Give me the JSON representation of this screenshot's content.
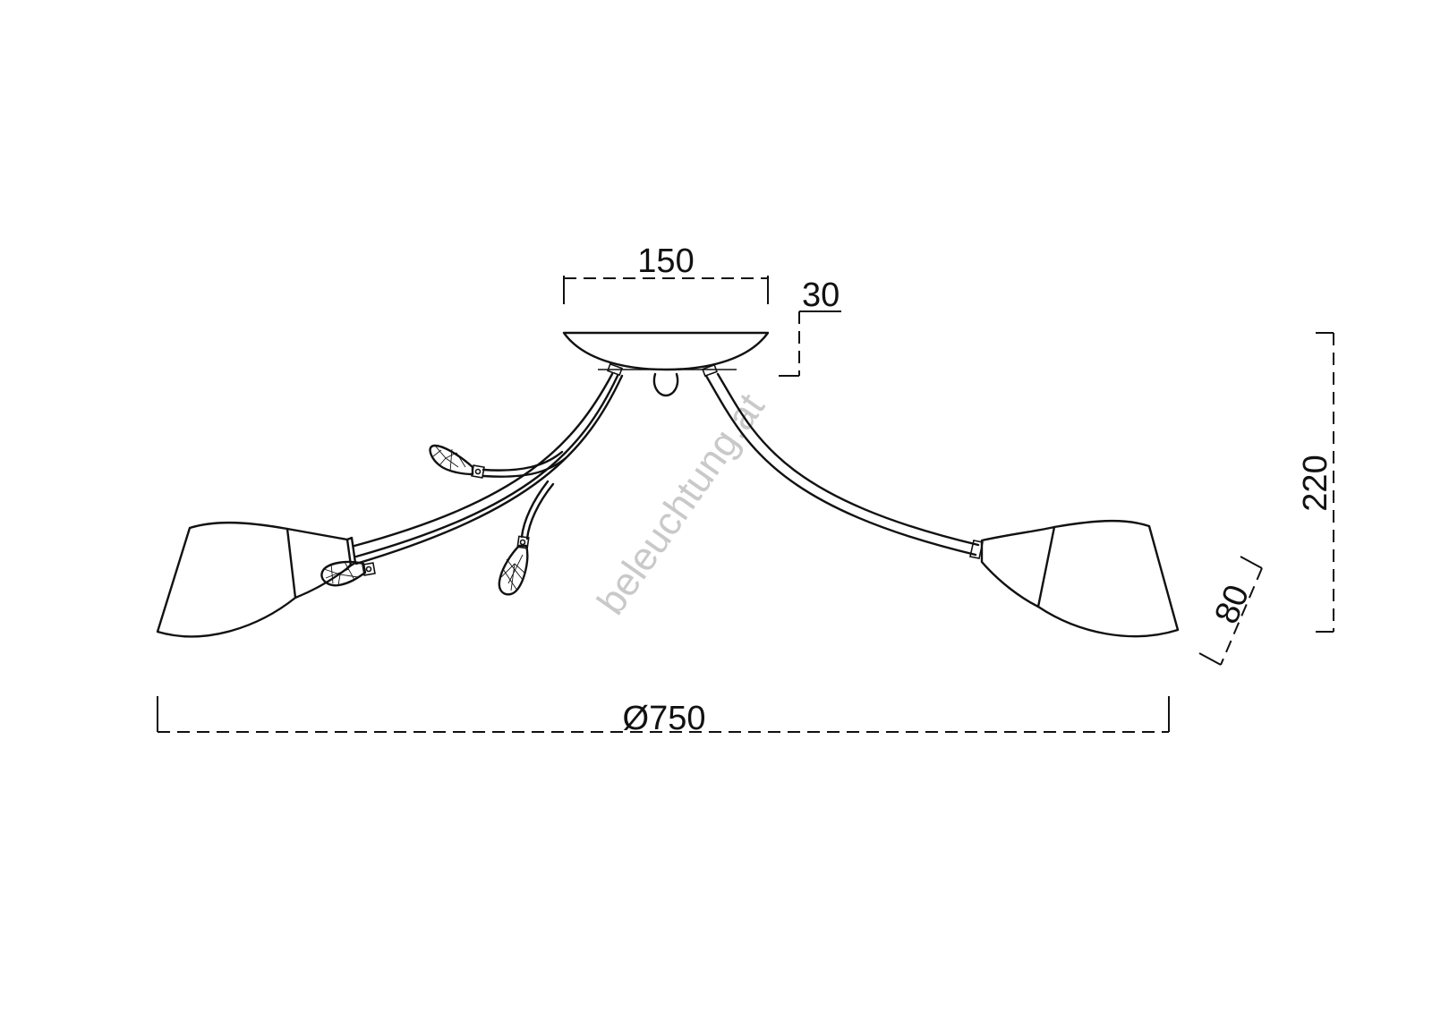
{
  "dimensions": {
    "canopy_width": "150",
    "canopy_height": "30",
    "total_height": "220",
    "shade_height": "80",
    "diameter": "Ø750"
  },
  "watermark": "beleuchtung.at",
  "colors": {
    "line": "#111111",
    "watermark": "#c9c9c9",
    "background": "#ffffff"
  }
}
